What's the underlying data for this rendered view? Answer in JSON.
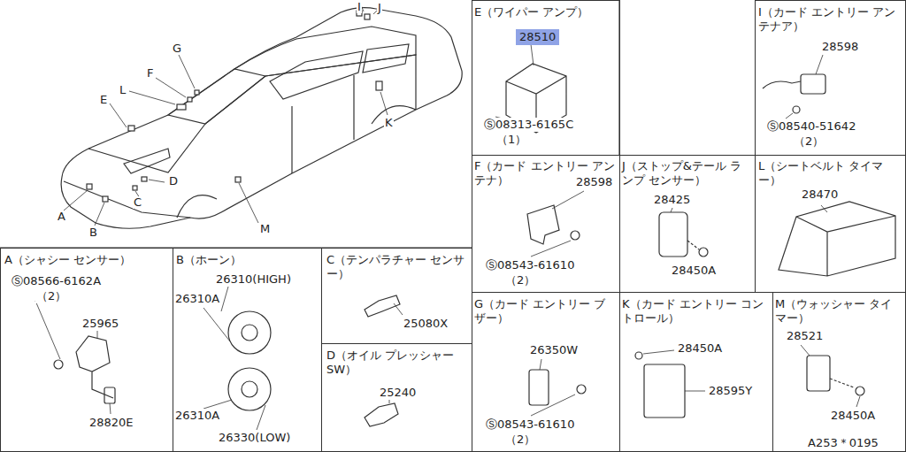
{
  "diagram": {
    "nodes": [
      {
        "text": [
          "E（ワイパー アンプ）",
          "28510",
          "Ⓢ08313-6165C",
          "（1）"
        ]
      },
      {
        "text": [
          "I（カード エントリー アンテナア）",
          "28598",
          "Ⓢ08540-51642",
          "（2）"
        ]
      },
      {
        "text": [
          "F（カード エントリー アンテナ）",
          "28598",
          "Ⓢ08543-61610",
          "（2）"
        ]
      },
      {
        "text": [
          "J（ストップ&テール ランプ センサー）",
          "28425",
          "28450A"
        ]
      },
      {
        "text": [
          "L（シートベルト タイマー）",
          "28470"
        ]
      },
      {
        "text": [
          "A（シャシー センサー）",
          "Ⓢ08566-6162A",
          "（2）",
          "25965",
          "28820E"
        ]
      },
      {
        "text": [
          "B（ホーン）",
          "26310(HIGH)",
          "26310A",
          "26310A",
          "26330(LOW)"
        ]
      },
      {
        "text": [
          "C（テンパラチャー センサー）",
          "25080X"
        ]
      },
      {
        "text": [
          "G（カード エントリー ブザー）",
          "26350W",
          "Ⓢ08543-61610",
          "（2）"
        ]
      },
      {
        "text": [
          "K（カード エントリー コントロール）",
          "28450A",
          "28595Y"
        ]
      },
      {
        "text": [
          "M（ウォッシャー タイマー）",
          "28521",
          "28450A"
        ]
      },
      {
        "text": [
          "D（オイル プレッシャー SW）",
          "25240"
        ]
      }
    ],
    "labels": [
      "I",
      "J",
      "G",
      "F",
      "L",
      "E",
      "K",
      "D",
      "C",
      "A",
      "B",
      "M",
      "A253＊0195"
    ]
  }
}
